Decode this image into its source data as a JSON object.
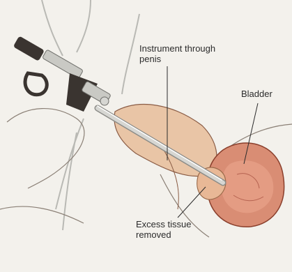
{
  "labels": {
    "instrument": [
      "Instrument through",
      "penis"
    ],
    "bladder": "Bladder",
    "tissue": [
      "Excess tissue",
      "removed"
    ]
  },
  "colors": {
    "background": "#f3f1ec",
    "skin": "#e9c5a6",
    "bladder": "#d98d74",
    "tissue": "#e8b896",
    "instrument": "#d6d6d2",
    "dark_metal": "#3a3430",
    "line": "#2b2b2b"
  }
}
